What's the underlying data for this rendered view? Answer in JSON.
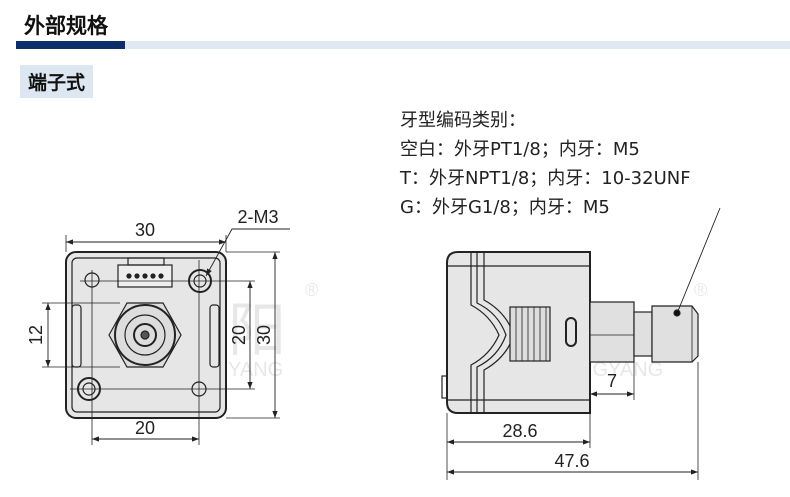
{
  "header": {
    "title": "外部规格",
    "subtitle": "端子式"
  },
  "notes": {
    "lines": [
      "牙型编码类别：",
      "空白：外牙PT1/8；内牙：M5",
      "T：外牙NPT1/8；内牙：10-32UNF",
      "G：外牙G1/8；内牙：M5"
    ]
  },
  "front_view": {
    "width_label": "30",
    "height_label": "30",
    "hole_spacing_h": "20",
    "hole_spacing_v": "20",
    "slot_label": "12",
    "thread_label": "2-M3"
  },
  "side_view": {
    "body_length": "28.6",
    "fitting_length": "7",
    "total_length": "47.6"
  },
  "watermark": {
    "cn": "弘阳",
    "en": "HONGYANG",
    "reg": "®"
  },
  "colors": {
    "accent": "#0c2f6b",
    "accent_light": "#dfe8f3",
    "body": "#e4e4e4"
  }
}
